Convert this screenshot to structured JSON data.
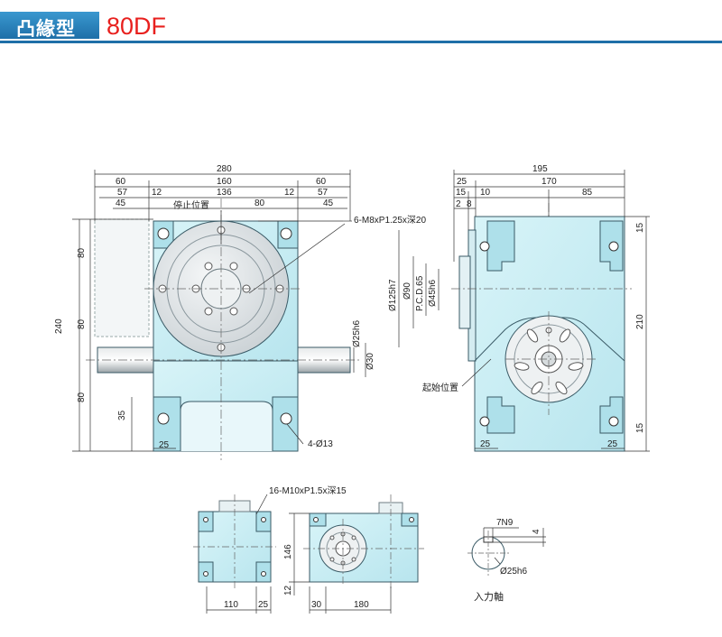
{
  "header": {
    "title": "凸緣型",
    "model": "80DF"
  },
  "front_view": {
    "dims_top": [
      "280",
      "60",
      "160",
      "60",
      "57",
      "12",
      "136",
      "12",
      "57",
      "45",
      "80",
      "45"
    ],
    "dims_left": [
      "240",
      "80",
      "80",
      "80",
      "35"
    ],
    "dims_right": [
      "Ø25h6",
      "Ø30"
    ],
    "dim_bottom": "25",
    "label_stop": "停止位置",
    "callout_thread": "6-M8xP1.25x深20",
    "callout_holes": "4-Ø13"
  },
  "side_view": {
    "dims_top": [
      "195",
      "25",
      "170",
      "15",
      "10",
      "85",
      "2",
      "8"
    ],
    "dims_left": [
      "Ø125h7",
      "Ø90",
      "P.C.D.65",
      "Ø45h6"
    ],
    "dims_right": [
      "15",
      "210",
      "15"
    ],
    "dims_bottom": [
      "25",
      "25"
    ],
    "label_start": "起始位置"
  },
  "bottom_views": {
    "callout_thread": "16-M10xP1.5x深15",
    "dims_left_view": [
      "110",
      "25"
    ],
    "dims_right_view": [
      "146",
      "12",
      "30",
      "180"
    ]
  },
  "shaft_detail": {
    "dims": [
      "7N9",
      "4",
      "Ø25h6"
    ],
    "caption": "入力軸"
  },
  "colors": {
    "header_blue": "#1e6fa8",
    "model_red": "#e8201e",
    "body_fill": "#c9eef4",
    "body_stroke": "#3a5a66",
    "dim_line": "#333333"
  }
}
